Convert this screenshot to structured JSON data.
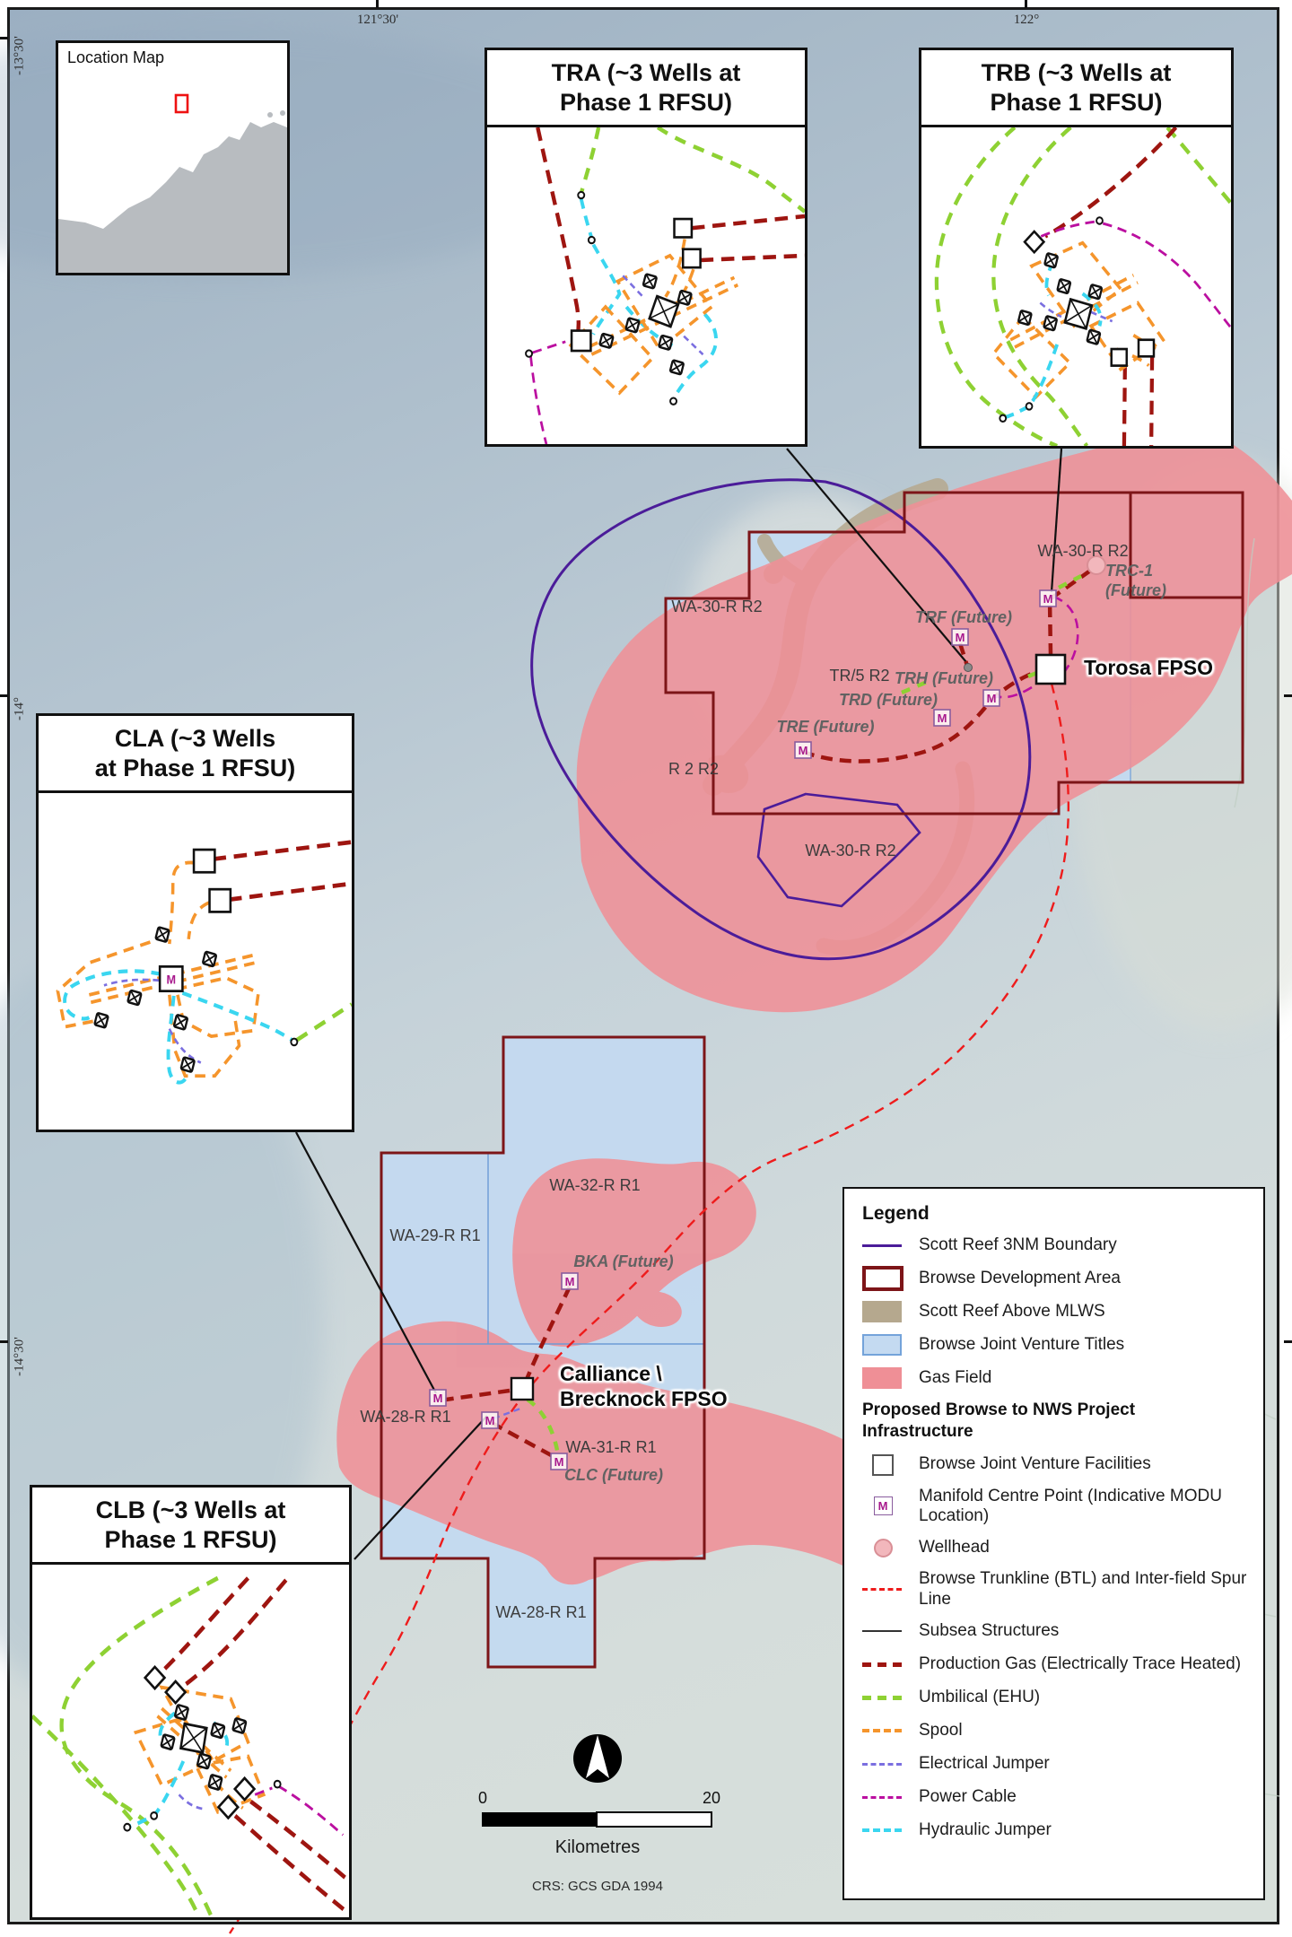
{
  "frame": {
    "coords_top": [
      {
        "label": "121°30'"
      },
      {
        "label": "122°"
      }
    ],
    "coords_left": [
      {
        "label": "-13°30'"
      },
      {
        "label": "-14°"
      },
      {
        "label": "-14°30'"
      }
    ]
  },
  "location_map": {
    "title": "Location Map"
  },
  "insets": {
    "tra": {
      "title_line1": "TRA (~3 Wells at",
      "title_line2": "Phase 1 RFSU)"
    },
    "trb": {
      "title_line1": "TRB (~3 Wells at",
      "title_line2": "Phase 1 RFSU)"
    },
    "cla": {
      "title_line1": "CLA (~3 Wells",
      "title_line2": "at Phase 1 RFSU)"
    },
    "clb": {
      "title_line1": "CLB (~3 Wells at",
      "title_line2": "Phase 1 RFSU)"
    }
  },
  "map_labels": {
    "wa30_r2_west": "WA-30-R R2",
    "trf": "TRF (Future)",
    "tr5": "TR/5 R2",
    "trh": "TRH (Future)",
    "trd": "TRD (Future)",
    "tre": "TRE (Future)",
    "r2r2": "R 2 R2",
    "wa30_r2_inner": "WA-30-R R2",
    "wa30_r2_ne": "WA-30-R R2",
    "trc1_line1": "TRC-1",
    "trc1_line2": "(Future)",
    "torosa_fpso": "Torosa FPSO",
    "wa32": "WA-32-R R1",
    "wa29": "WA-29-R R1",
    "bka": "BKA (Future)",
    "calliance_line1": "Calliance \\",
    "calliance_line2": "Brecknock FPSO",
    "wa28_mid": "WA-28-R R1",
    "wa31": "WA-31-R R1",
    "clc": "CLC (Future)",
    "wa28_s": "WA-28-R R1"
  },
  "map_symbols": {
    "manifold_letter": "M"
  },
  "legend": {
    "title": "Legend",
    "subheader": "Proposed Browse to NWS Project Infrastructure",
    "items": [
      {
        "label": "Scott Reef 3NM Boundary"
      },
      {
        "label": "Browse Development Area"
      },
      {
        "label": "Scott Reef Above MLWS"
      },
      {
        "label": "Browse Joint Venture Titles"
      },
      {
        "label": "Gas Field"
      },
      {
        "label": "Browse Joint Venture Facilities"
      },
      {
        "label": "Manifold Centre Point (Indicative MODU Location)"
      },
      {
        "label": "Wellhead"
      },
      {
        "label": "Browse Trunkline (BTL) and Inter-field Spur Line"
      },
      {
        "label": "Subsea Structures"
      },
      {
        "label": "Production Gas (Electrically Trace Heated)"
      },
      {
        "label": "Umbilical (EHU)"
      },
      {
        "label": "Spool"
      },
      {
        "label": "Electrical Jumper"
      },
      {
        "label": "Power Cable"
      },
      {
        "label": "Hydraulic Jumper"
      }
    ]
  },
  "scalebar": {
    "zero": "0",
    "twenty": "20",
    "units": "Kilometres",
    "crs": "CRS: GCS GDA 1994"
  },
  "colors": {
    "scott_reef_boundary": "#4b1c99",
    "development_area": "#7d1518",
    "reef_above_mlws": "#b5a88e",
    "jv_titles_fill": "#c4daf1",
    "gas_field": "#ef8f96",
    "trunkline": "#ee1c1c",
    "subsea_structures": "#111111",
    "production_gas": "#9e1510",
    "umbilical": "#8ed133",
    "spool": "#f5952c",
    "electrical_jumper": "#7b6fe0",
    "power_cable": "#bb0fa0",
    "hydraulic_jumper": "#3ad6f0",
    "wellhead_fill": "#f2b7bc"
  }
}
